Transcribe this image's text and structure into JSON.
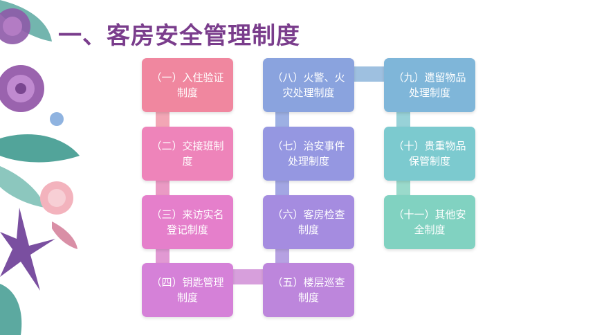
{
  "title": "一、客房安全管理制度",
  "nodes": [
    {
      "label": "（一）入住验证制度",
      "color": "#f0879f"
    },
    {
      "label": "（二）交接班制度",
      "color": "#ee84ba"
    },
    {
      "label": "（三）来访实名登记制度",
      "color": "#e57fcb"
    },
    {
      "label": "（四）钥匙管理制度",
      "color": "#d581d8"
    },
    {
      "label": "（五）楼层巡查制度",
      "color": "#bd86dc"
    },
    {
      "label": "（六）客房检查制度",
      "color": "#a58ce0"
    },
    {
      "label": "（七）治安事件处理制度",
      "color": "#9597e1"
    },
    {
      "label": "（八）火警、火灾处理制度",
      "color": "#8aa3de"
    },
    {
      "label": "（九）遗留物品处理制度",
      "color": "#7fb6d9"
    },
    {
      "label": "（十）贵重物品保管制度",
      "color": "#7ccacf"
    },
    {
      "label": "（十一）其他安全制度",
      "color": "#81d2c1"
    }
  ]
}
